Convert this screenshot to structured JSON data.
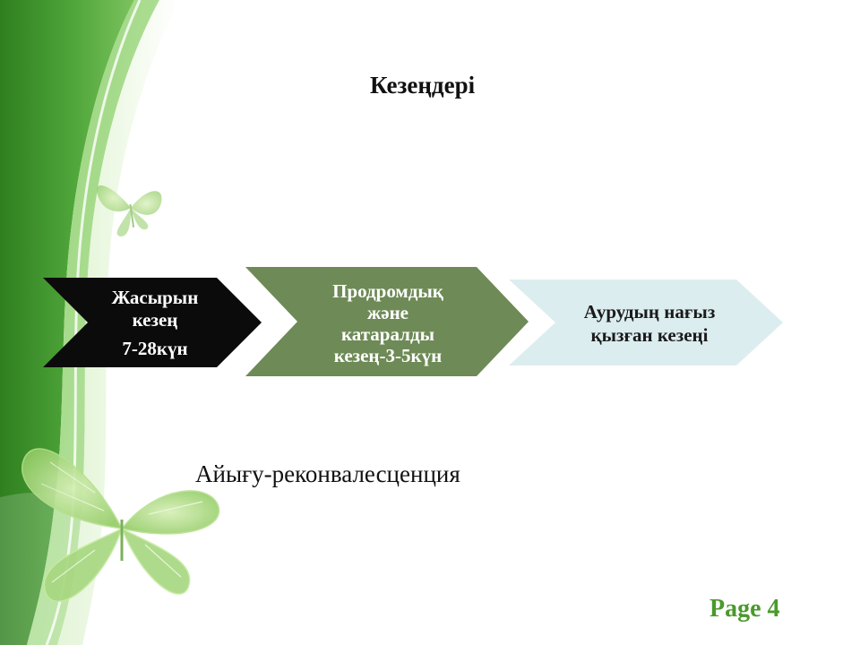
{
  "slide": {
    "title": "Кезеңдері",
    "stages": [
      {
        "lines": [
          "Жасырын",
          "кезең",
          "7-28күн"
        ],
        "fill": "#0b0b0b",
        "text_color": "#ffffff"
      },
      {
        "lines": [
          "Продромдық",
          "және",
          "катаралды",
          "кезең-3-5күн"
        ],
        "fill": "#6e8a56",
        "text_color": "#ffffff"
      },
      {
        "lines": [
          "Аурудың нағыз",
          "қызған кезеңі"
        ],
        "fill": "#dcedf0",
        "text_color": "#1b1b1b"
      }
    ],
    "recovery_text": "Айығу-реконвалесценция",
    "page_label": "Page 4"
  },
  "theme": {
    "accent_green": "#4a9a2c",
    "background": "#ffffff"
  },
  "decor": {
    "icons": [
      "butterfly-small-icon",
      "butterfly-large-icon"
    ]
  }
}
